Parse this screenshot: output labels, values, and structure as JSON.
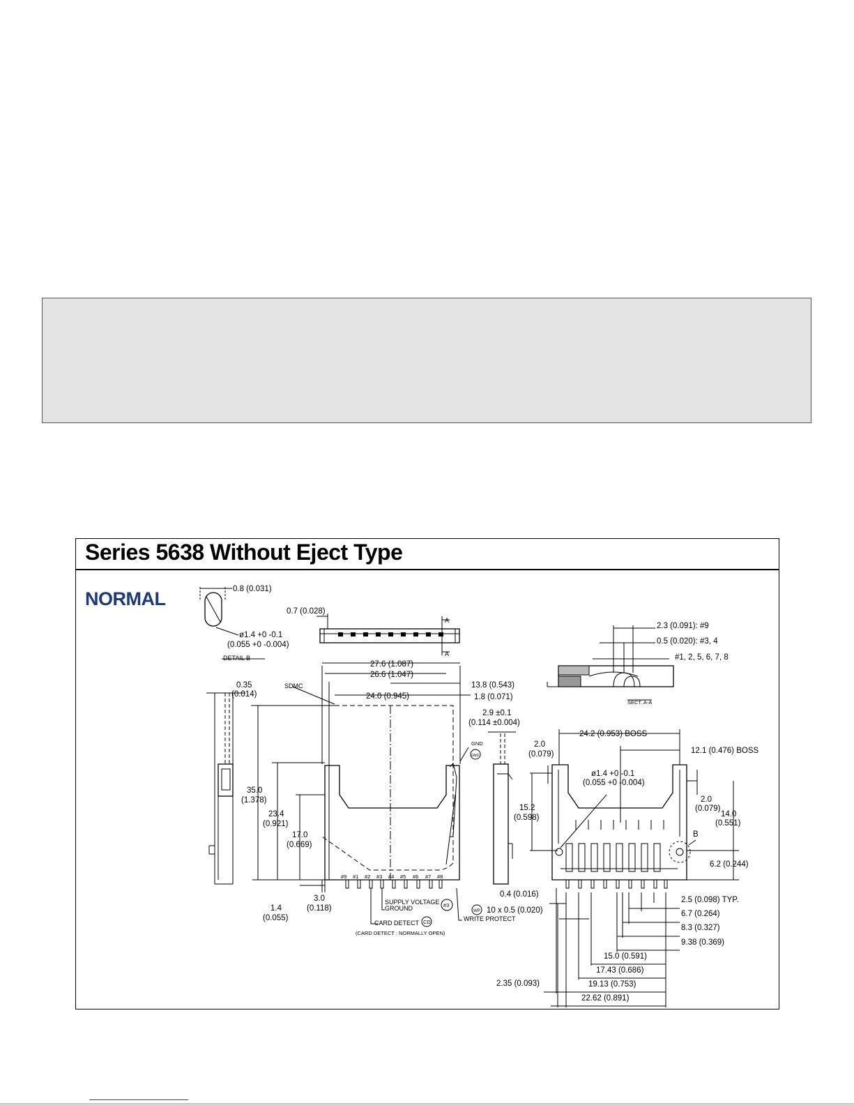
{
  "page": {
    "title": "Series 5638 Without Eject Type",
    "variant_label": "NORMAL"
  },
  "colors": {
    "variant_label": "#1c3a7a",
    "gray_box": "#e4e4e4",
    "footer_link": "#2b3bd6"
  },
  "dims": {
    "d_0_8": "0.8 (0.031)",
    "d_0_7": "0.7 (0.028)",
    "d_phi14_a": "ø1.4 +0 -0.1",
    "d_phi14_b": "(0.055 +0 -0.004)",
    "detail_b": "DETAIL  B",
    "d_27_6": "27.6 (1.087)",
    "d_26_6": "26.6 (1.047)",
    "d_13_8": "13.8 (0.543)",
    "d_24_0": "24.0 (0.945)",
    "d_1_8": "1.8 (0.071)",
    "sdmc": "SDMC",
    "d_0_35_a": "0.35",
    "d_0_35_b": "(0.014)",
    "d_35_0_a": "35.0",
    "d_35_0_b": "(1.378)",
    "d_23_4_a": "23.4",
    "d_23_4_b": "(0.921)",
    "d_17_0_a": "17.0",
    "d_17_0_b": "(0.669)",
    "d_1_4_a": "1.4",
    "d_1_4_b": "(0.055)",
    "d_3_0_a": "3.0",
    "d_3_0_b": "(0.118)",
    "supply_voltage": "SUPPLY VOLTAGE",
    "ground": "GROUND",
    "card_detect": "CARD DETECT",
    "card_detect_note": "(CARD DETECT : NORMALLY OPEN)",
    "write_protect": "WRITE PROTECT",
    "gnd": "GND",
    "d_2_9_a": "2.9 ±0.1",
    "d_2_9_b": "(0.114 ±0.004)",
    "d_2_3": "2.3 (0.091): #9",
    "d_0_5": "0.5 (0.020): #3, 4",
    "pins_1258": "#1, 2, 5, 6, 7, 8",
    "sect_aa": "SECT. A-A",
    "d_24_2": "24.2 (0.953) BOSS",
    "d_12_1": "12.1 (0.476) BOSS",
    "d_2_0_l_a": "2.0",
    "d_2_0_l_b": "(0.079)",
    "d_phi14_c": "ø1.4 +0 -0.1",
    "d_phi14_d": "(0.055 +0 -0.004)",
    "d_15_2_a": "15.2",
    "d_15_2_b": "(0.598)",
    "d_2_0_r_a": "2.0",
    "d_2_0_r_b": "(0.079)",
    "d_14_0_a": "14.0",
    "d_14_0_b": "(0.551)",
    "label_b": "B",
    "d_6_2": "6.2 (0.244)",
    "d_0_4": "0.4 (0.016)",
    "d_10x05": "10 x 0.5 (0.020)",
    "d_2_5": "2.5 (0.098) TYP.",
    "d_6_7": "6.7 (0.264)",
    "d_8_3": "8.3 (0.327)",
    "d_9_38": "9.38 (0.369)",
    "d_15_0": "15.0 (0.591)",
    "d_17_43": "17.43 (0.686)",
    "d_2_35": "2.35 (0.093)",
    "d_19_13": "19.13 (0.753)",
    "d_22_62": "22.62 (0.891)",
    "section_a": "A",
    "pin_labels": [
      "#9",
      "#1",
      "#2",
      "#3",
      "#4",
      "#5",
      "#6",
      "#7",
      "#8"
    ],
    "badge_wp": "WP",
    "badge_cd": "CD",
    "badge_gnd": "GND",
    "badge_3": "#3"
  }
}
